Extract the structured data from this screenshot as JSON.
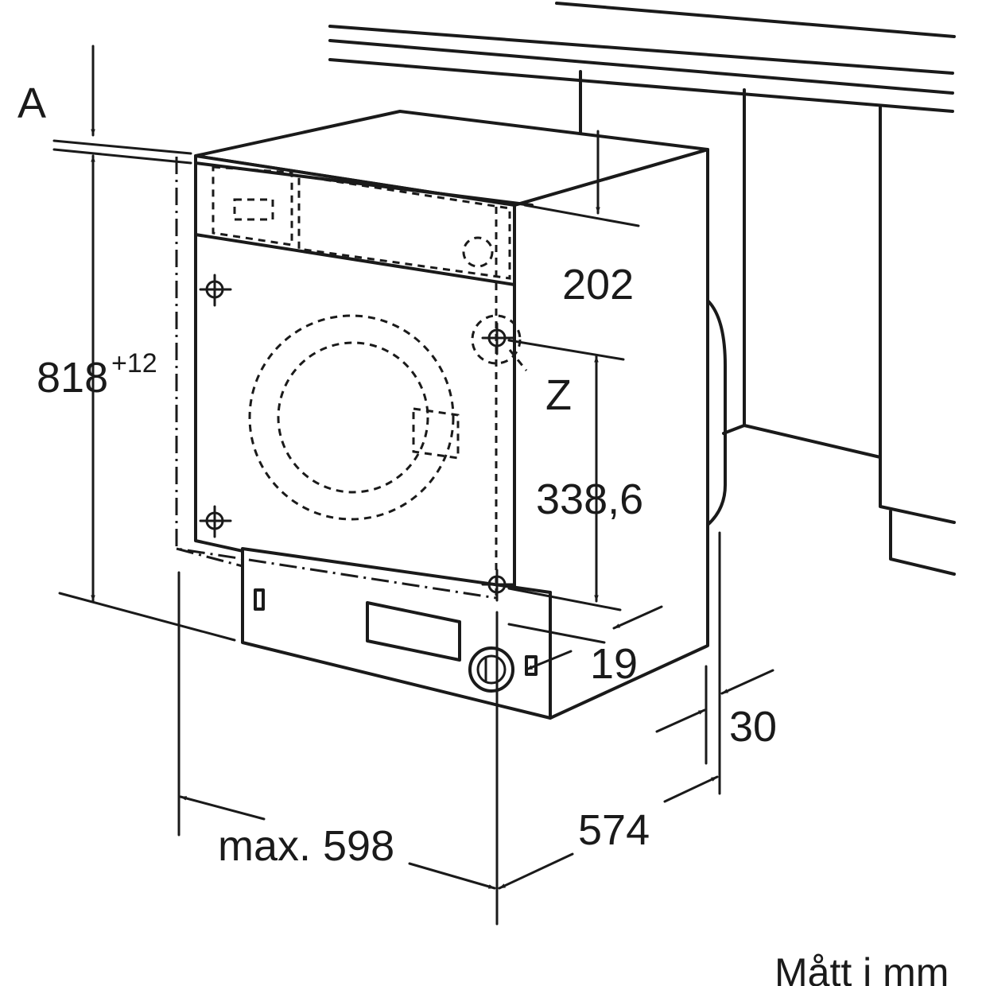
{
  "labels": {
    "a": "A",
    "height": "818",
    "height_tolerance": "+12",
    "panel_depth": "202",
    "z": "Z",
    "hinge_spacing": "338,6",
    "door_offset": "19",
    "gap": "30",
    "width": "max. 598",
    "depth": "574",
    "units_note": "Mått i mm"
  }
}
